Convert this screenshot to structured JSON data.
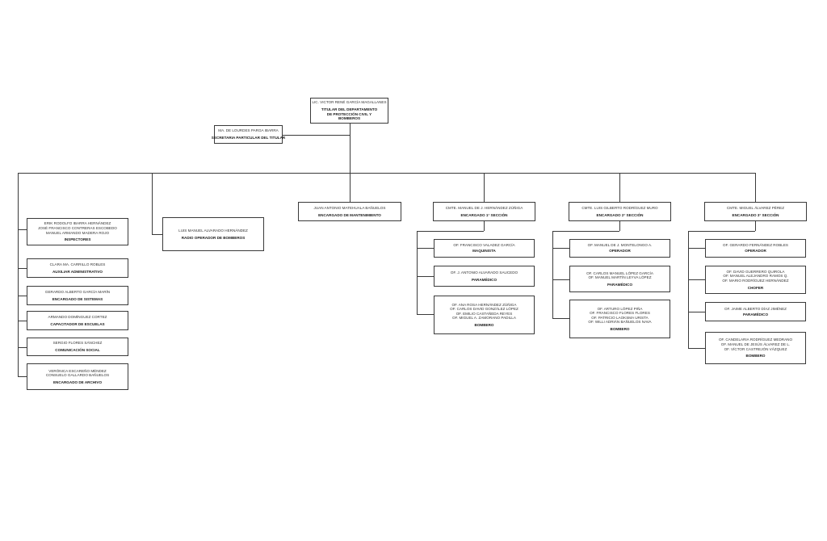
{
  "director": {
    "names": [
      "LIC. VICTOR RENÉ GARCÍA MAGALLANES"
    ],
    "role": "TITULAR DEL DEPARTAMENTO DE PROTECCIÓN CIVIL Y BOMBEROS"
  },
  "secretary": {
    "names": [
      "MA. DE LOURDES PARGA IBARRA"
    ],
    "role": "SECRETARIA PARTICULAR DEL TITULAR"
  },
  "admin_staff": [
    {
      "names": [
        "ERIK RODOLFO IBARRA HERNÁNDEZ",
        "JOSÉ FRANCISCO CONTRERAS ESCOBEDO",
        "MANUEL ARMANDO MADERA ROJO"
      ],
      "role": "INSPECTORES"
    },
    {
      "names": [
        "CLARA MA. CARRILLO ROBLES"
      ],
      "role": "AUXILIAR ADMINISTRATIVO"
    },
    {
      "names": [
        "GERARDO ALBERTO GARCÍA MARÍN"
      ],
      "role": "ENCARGADO DE SISTEMAS"
    },
    {
      "names": [
        "ARMANDO DOMÍNGUEZ CORTEZ"
      ],
      "role": "CAPACITADOR DE ESCUELAS"
    },
    {
      "names": [
        "SERGIO FLORES SÁNCHEZ"
      ],
      "role": "COMUNICACIÓN SOCIAL"
    },
    {
      "names": [
        "VERÓNICA ESCAREÑO MÉNDEZ",
        "CONSUELO GALLARDO BAÑUELOS"
      ],
      "role": "ENCARGADO DE ARCHIVO"
    }
  ],
  "radio_operator": {
    "names": [
      "LUIS MANUEL ALVARADO HERNÁNDEZ"
    ],
    "role": "RADIO OPERADOR DE BOMBEROS"
  },
  "maintenance": {
    "names": [
      "JUAN ANTONIO MATEHUALA BAÑUELOS"
    ],
    "role": "ENCARGADO DE MANTENIMIENTO"
  },
  "sections": [
    {
      "head": {
        "names": [
          "CMTE. MANUEL DE J. HERNÁNDEZ ZÚÑIGA"
        ],
        "role": "ENCARGADO 1° SECCIÓN"
      },
      "members": [
        {
          "names": [
            "OF. FRANCISCO VALADEZ GARCÍA"
          ],
          "role": "MAQUINISTA"
        },
        {
          "names": [
            "OF. J. ANTONIO ALVARADO SAUCEDO"
          ],
          "role": "PARAMÉDICO"
        },
        {
          "names": [
            "OF. ANA ROSA HERNÁNDEZ ZÚÑIGA",
            "OF. CARLOS DAVID GONZÁLEZ LÓPEZ",
            "OF. EMILIO CASTAÑEDA REYES",
            "OF. MIGUEL A. ZAMORANO PADILLA"
          ],
          "role": "BOMBERO"
        }
      ]
    },
    {
      "head": {
        "names": [
          "CMTE. LUIS GILBERTO RODRÍGUEZ MURO"
        ],
        "role": "ENCARGADO 2° SECCIÓN"
      },
      "members": [
        {
          "names": [
            "OF. MANUEL DE J. MONTELONGO A."
          ],
          "role": "OPERADOR"
        },
        {
          "names": [
            "OF. CARLOS MANUEL LÓPEZ GARCÍA",
            "OF. MANUEL MARTÍN LEYVA LÓPEZ"
          ],
          "role": "PARAMÉDICO"
        },
        {
          "names": [
            "OF. ARTURO LÓPEZ PIÑA",
            "OF. FRANCISCO FLORES FLORES",
            "OF. PATRICIO LAOKSMA URISTA",
            "OF. WILLI ADRIÁN BAÑUELOS NAVA"
          ],
          "role": "BOMBERO"
        }
      ]
    },
    {
      "head": {
        "names": [
          "CMTE. MIGUEL ÁLVAREZ PÉREZ"
        ],
        "role": "ENCARGADO 3° SECCIÓN"
      },
      "members": [
        {
          "names": [
            "OF. GERARDO FERNÁNDEZ ROBLES"
          ],
          "role": "OPERADOR"
        },
        {
          "names": [
            "OF. DAVID GUERRERO QUIROLA",
            "OF. MANUEL ALEJANDRO RAMOS Q.",
            "OF. MARIO RODRÍGUEZ HERNÁNDEZ"
          ],
          "role": "CHOFER"
        },
        {
          "names": [
            "OF. JAIME ALBERTO DÍAZ JIMÉNEZ"
          ],
          "role": "PARAMÉDICO"
        },
        {
          "names": [
            "OF. CANDELARIA RODRÍGUEZ MEDRANO",
            "OF. MANUEL DE JESÚS ÁLVAREZ DE L.",
            "OF. VÍCTOR CASTREJÓN VÁZQUEZ"
          ],
          "role": "BOMBERO"
        }
      ]
    }
  ]
}
